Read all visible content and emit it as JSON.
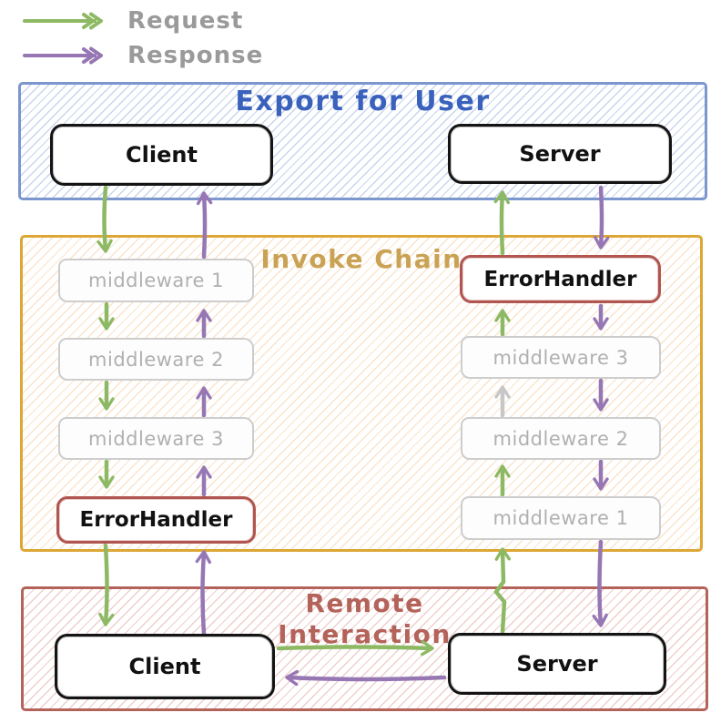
{
  "legend": {
    "request": {
      "label": "Request",
      "color": "#8eb964"
    },
    "response": {
      "label": "Response",
      "color": "#9677b4"
    },
    "text_color": "#9a9a9a"
  },
  "sections": {
    "export_for_user": {
      "title": "Export for User",
      "title_color": "#3a62bd",
      "border_color": "#7b97ce"
    },
    "invoke_chain": {
      "title": "Invoke Chain",
      "title_color": "#c9a254",
      "border_color": "#dda736"
    },
    "remote_interaction": {
      "title_line1": "Remote",
      "title_line2": "Interaction",
      "title_color": "#b4635a",
      "border_color": "#b4635a"
    }
  },
  "nodes": {
    "export_client": "Client",
    "export_server": "Server",
    "remote_client": "Client",
    "remote_server": "Server",
    "left_chain": [
      "middleware 1",
      "middleware 2",
      "middleware 3"
    ],
    "left_error_handler": "ErrorHandler",
    "right_error_handler": "ErrorHandler",
    "right_chain": [
      "middleware 3",
      "middleware 2",
      "middleware 1"
    ]
  },
  "arrows": {
    "request_color": "#8eb964",
    "response_color": "#9677b4",
    "neutral_color": "#c7c7c7",
    "edges": [
      {
        "type": "request",
        "path": "Client > middleware 1 > middleware 2 > middleware 3 > ErrorHandler > Client (remote)"
      },
      {
        "type": "request",
        "path": "Client (remote) > Server (remote)"
      },
      {
        "type": "request",
        "path": "Server (remote) > middleware 1 > middleware 2 (gray segment to middleware 3) > ErrorHandler > Server"
      },
      {
        "type": "response",
        "path": "Server > ErrorHandler > middleware 3 > middleware 2 > middleware 1 > Server (remote)"
      },
      {
        "type": "response",
        "path": "Server (remote) > Client (remote)"
      },
      {
        "type": "response",
        "path": "Client (remote) > ErrorHandler > middleware 3 > middleware 2 > middleware 1 > Client"
      }
    ]
  },
  "colors": {
    "error_handler_border": "#b05550",
    "middleware_border": "#cdcdcd",
    "middleware_text": "#b0b0b0",
    "node_border": "#141414"
  }
}
